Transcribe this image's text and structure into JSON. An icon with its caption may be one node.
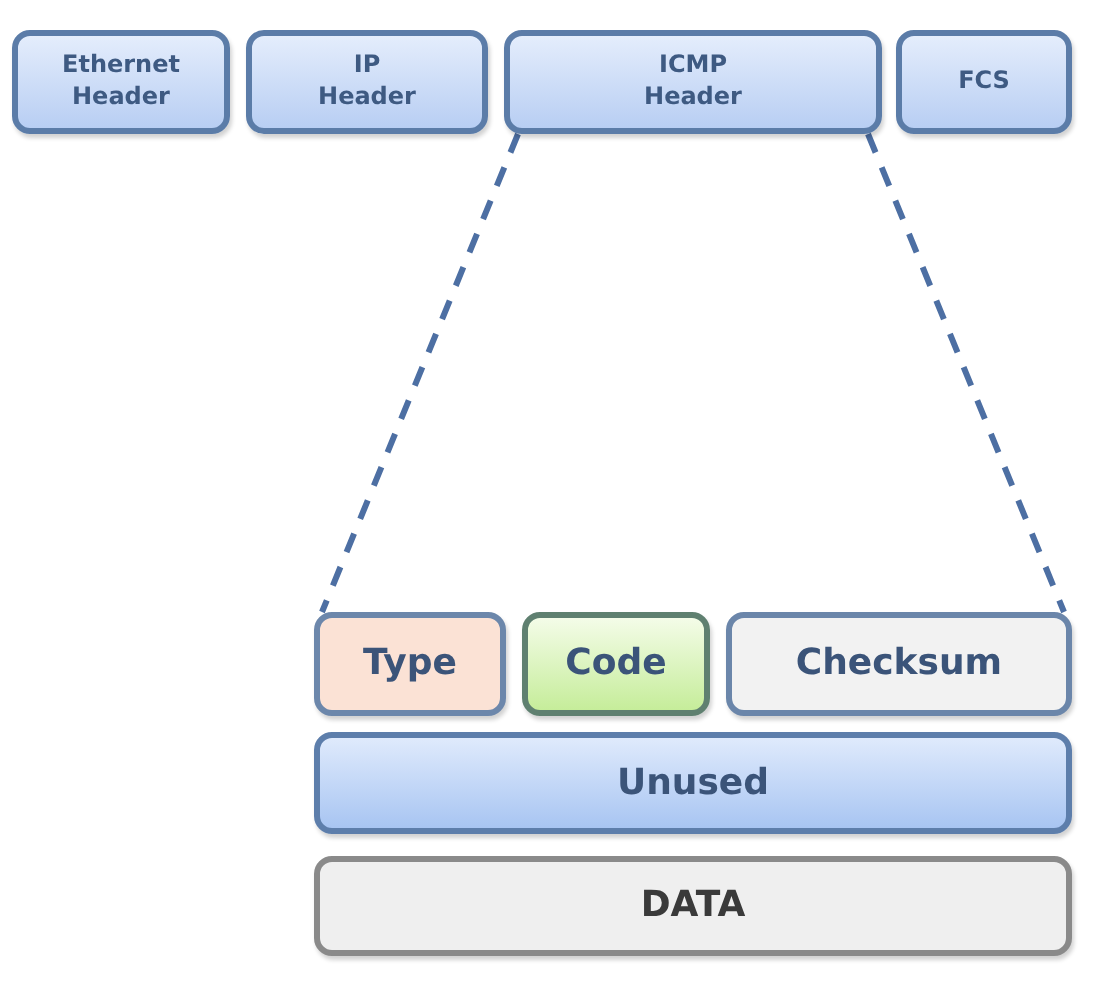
{
  "diagram": {
    "nodes": [
      {
        "text": [
          "Ethernet Header"
        ]
      },
      {
        "text": [
          "IP Header"
        ]
      },
      {
        "text": [
          "ICMP Header"
        ]
      },
      {
        "text": [
          "FCS"
        ]
      },
      {
        "text": [
          "Type"
        ]
      },
      {
        "text": [
          "Code"
        ]
      },
      {
        "text": [
          "Checksum"
        ]
      },
      {
        "text": [
          "Unused"
        ]
      },
      {
        "text": [
          "DATA"
        ]
      }
    ],
    "edges": [
      {
        "from": 2,
        "to": 4,
        "arrow": "none",
        "style": "dashed"
      },
      {
        "from": 2,
        "to": 6,
        "arrow": "none",
        "style": "dashed"
      }
    ]
  }
}
